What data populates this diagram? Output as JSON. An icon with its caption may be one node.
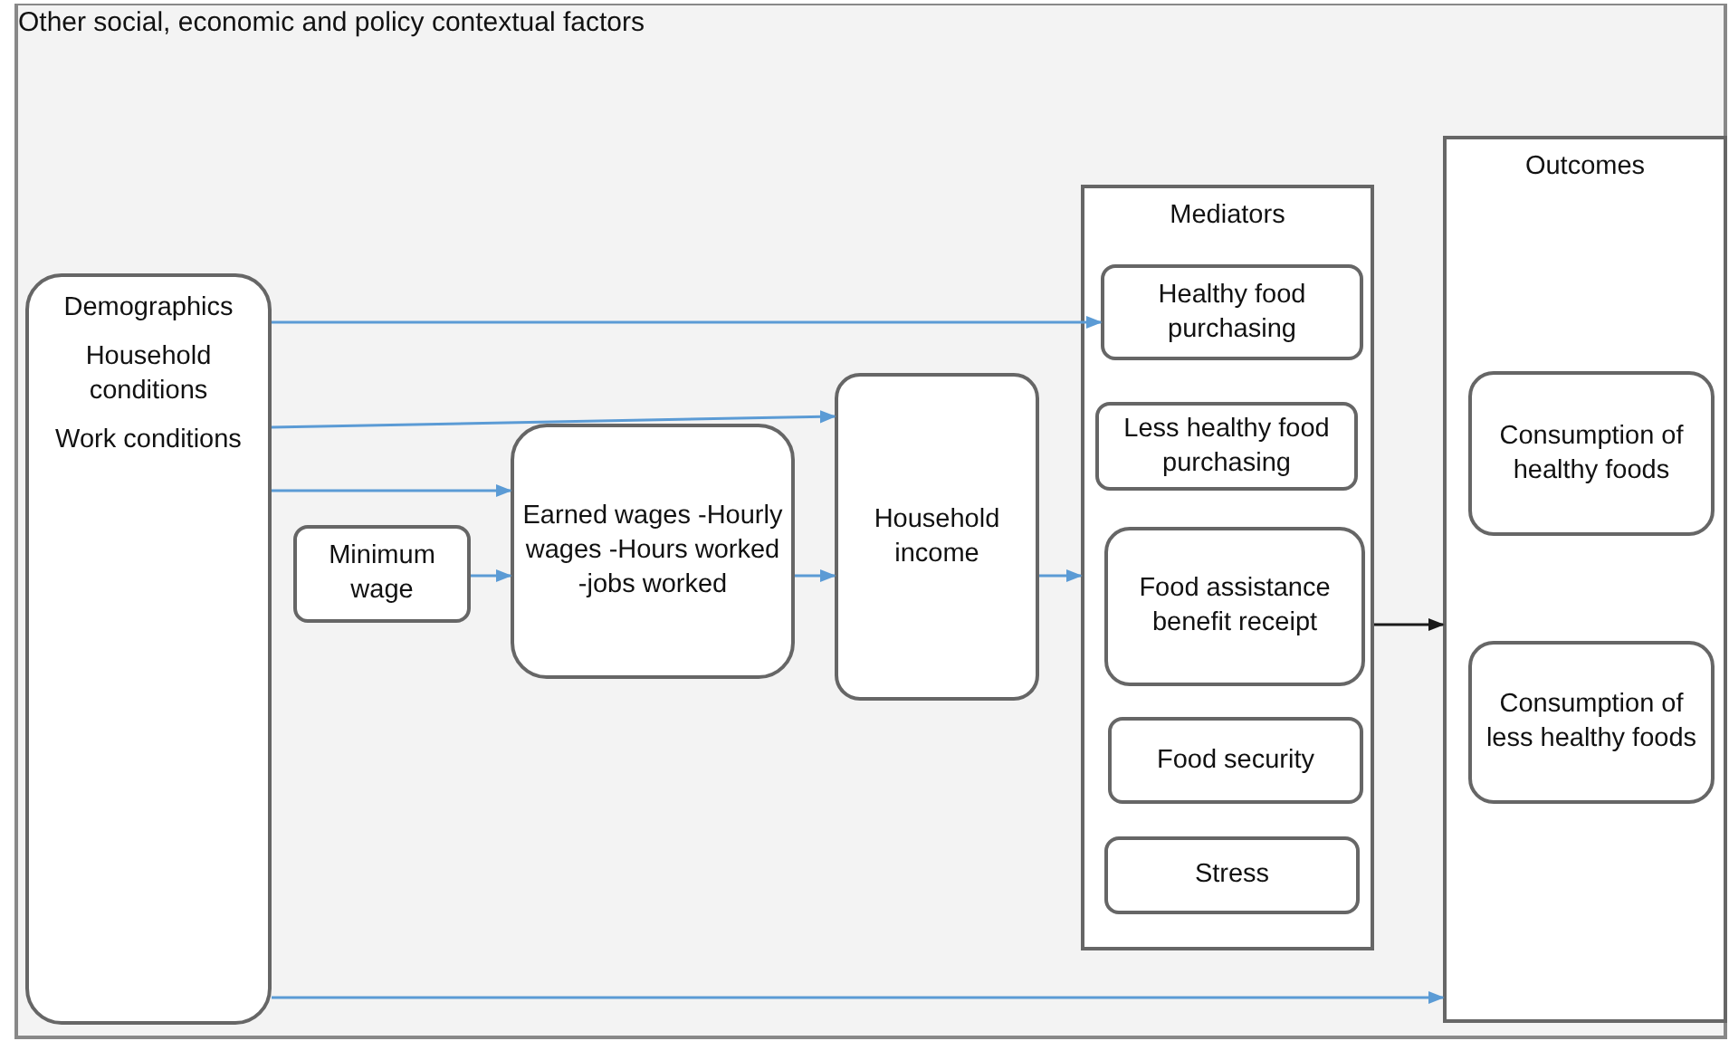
{
  "diagram": {
    "nodes": [
      {
        "text": [
          "Other social, economic and policy contextual factors"
        ]
      },
      {
        "text": [
          "Demographics",
          "Household conditions",
          "Work conditions"
        ],
        "in": 0
      },
      {
        "text": [
          "Minimum wage"
        ],
        "in": 0
      },
      {
        "text": [
          "Earned wages -Hourly wages -Hours worked -jobs worked"
        ],
        "in": 0
      },
      {
        "text": [
          "Household income"
        ],
        "in": 0
      },
      {
        "text": [
          "Mediators"
        ],
        "in": 0
      },
      {
        "text": [
          "Healthy food purchasing"
        ],
        "in": 5
      },
      {
        "text": [
          "Less healthy food purchasing"
        ],
        "in": 5
      },
      {
        "text": [
          "Food assistance benefit receipt"
        ],
        "in": 5
      },
      {
        "text": [
          "Food security"
        ],
        "in": 5
      },
      {
        "text": [
          "Stress"
        ],
        "in": 5
      },
      {
        "text": [
          "Outcomes"
        ],
        "in": 0
      },
      {
        "text": [
          "Consumption of healthy foods"
        ],
        "in": 11
      },
      {
        "text": [
          "Consumption of less healthy foods"
        ],
        "in": 11
      }
    ],
    "edges": [
      {
        "from": 1,
        "to": 6,
        "arrow": "to"
      },
      {
        "from": 1,
        "to": 4,
        "arrow": "to"
      },
      {
        "from": 1,
        "to": 3,
        "arrow": "to"
      },
      {
        "from": 2,
        "to": 3,
        "arrow": "to"
      },
      {
        "from": 3,
        "to": 4,
        "arrow": "to"
      },
      {
        "from": 4,
        "to": 5,
        "arrow": "to"
      },
      {
        "from": 5,
        "to": 11,
        "arrow": "to",
        "color": "#1a1a1a"
      },
      {
        "from": 1,
        "to": 11,
        "arrow": "to"
      }
    ]
  }
}
